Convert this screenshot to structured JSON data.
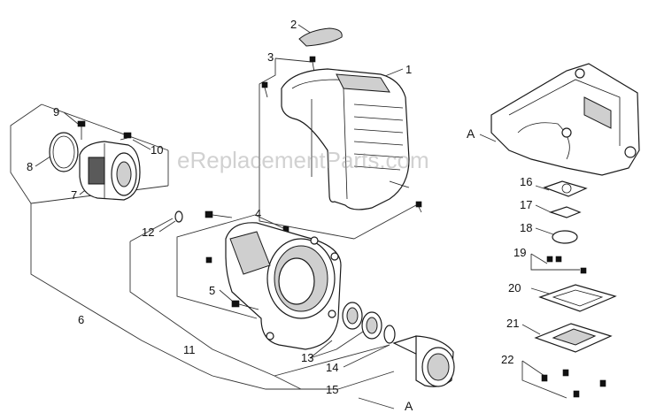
{
  "watermark": "eReplacementParts.com",
  "callouts": {
    "c1": "1",
    "c2": "2",
    "c3": "3",
    "c4": "4",
    "c5": "5",
    "c6": "6",
    "c7": "7",
    "c8": "8",
    "c9": "9",
    "c10": "10",
    "c11": "11",
    "c12": "12",
    "c13": "13",
    "c14": "14",
    "c15": "15",
    "c16": "16",
    "c17": "17",
    "c18": "18",
    "c19": "19",
    "c20": "20",
    "c21": "21",
    "c22": "22"
  },
  "refs": {
    "a_top": "A",
    "a_bottom": "A"
  }
}
